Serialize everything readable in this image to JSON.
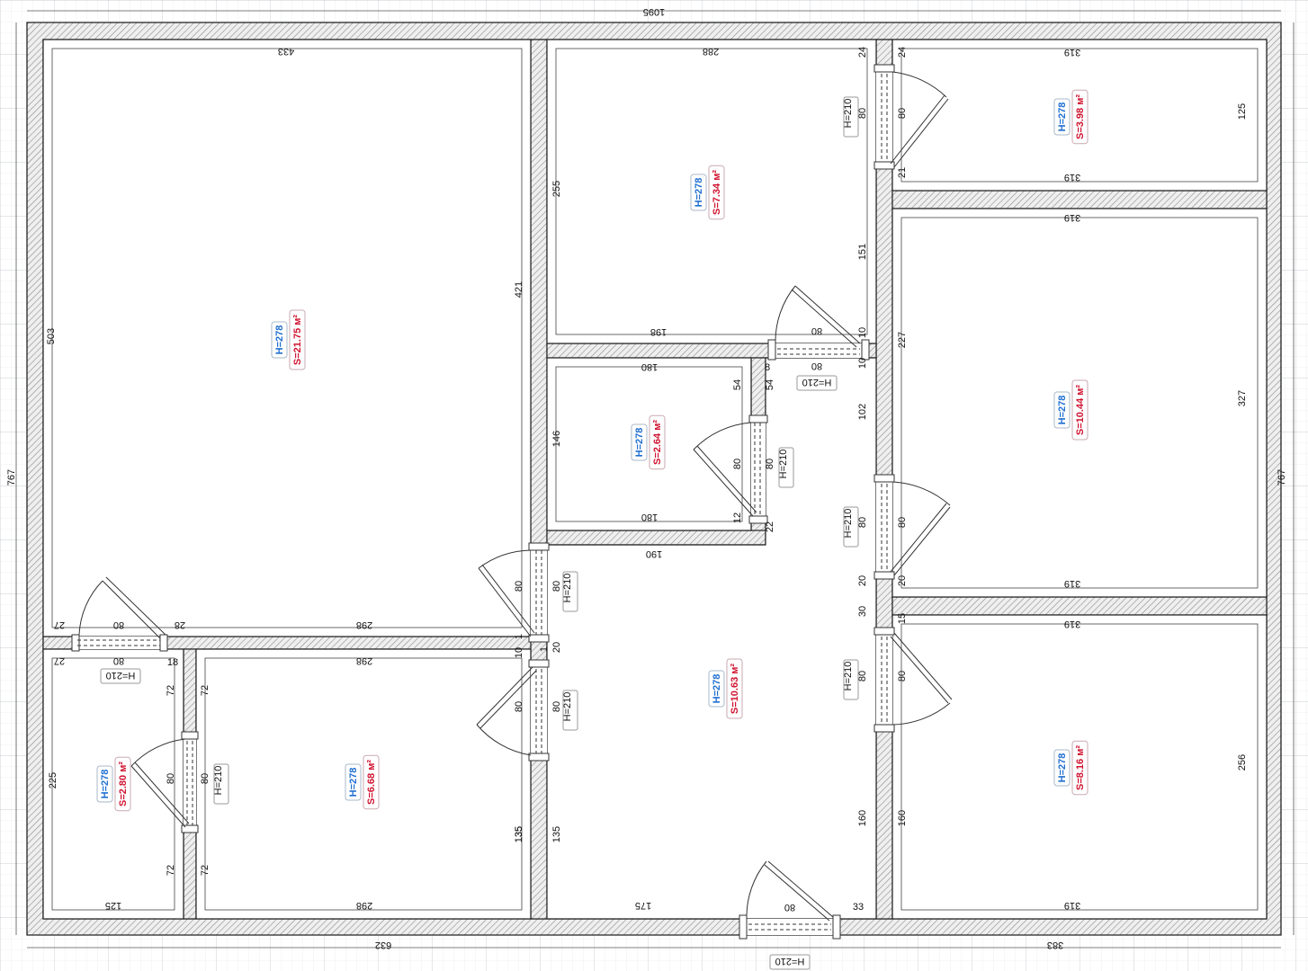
{
  "colors": {
    "grid": "#d4d8dc",
    "wall_outline": "#222222",
    "wall_hatch": "#9a9a9a",
    "height_label": "#1f6fd1",
    "area_label": "#d0122f",
    "dimension_text": "#111111"
  },
  "overall": {
    "top": "1095",
    "left": "767",
    "right": "767",
    "bottom_left": "632",
    "bottom_right": "383"
  },
  "rooms": [
    {
      "height": "H=278",
      "area": "S=21.75 м²"
    },
    {
      "height": "H=278",
      "area": "S=7.34 м²"
    },
    {
      "height": "H=278",
      "area": "S=3.98 м²"
    },
    {
      "height": "H=278",
      "area": "S=2.64 м²"
    },
    {
      "height": "H=278",
      "area": "S=10.44 м²"
    },
    {
      "height": "H=278",
      "area": "S=10.63 м²"
    },
    {
      "height": "H=278",
      "area": "S=2.80 м²"
    },
    {
      "height": "H=278",
      "area": "S=6.68 м²"
    },
    {
      "height": "H=278",
      "area": "S=8.16 м²"
    }
  ],
  "doors": [
    {
      "h": "H=210",
      "w": "80"
    },
    {
      "h": "H=210",
      "w": "80"
    },
    {
      "h": "H=210",
      "w": "80"
    },
    {
      "h": "H=210",
      "w": "80"
    },
    {
      "h": "H=210",
      "w": "80"
    },
    {
      "h": "H=210",
      "w": "80"
    },
    {
      "h": "H=210",
      "w": "80"
    },
    {
      "h": "H=210",
      "w": "80"
    },
    {
      "h": "H=210",
      "w": "80"
    },
    {
      "h": "H=210",
      "w": "80"
    }
  ],
  "dimensions": {
    "r1_top": "433",
    "r1_left": "503",
    "r1_right": "421",
    "r2_top": "288",
    "r2_left": "255",
    "r2_bottom": "198",
    "r2_right_a": "80",
    "r2_right_b": "151",
    "r3_top": "319",
    "r3_bottom": "319",
    "r3_right": "125",
    "r3_left_a": "24",
    "r3_left_b": "80",
    "r3_left_c": "21",
    "r3_wall_a": "24",
    "r5_top": "319",
    "r5_bottom": "319",
    "r5_right": "327",
    "r5_left_a": "227",
    "r5_left_b": "80",
    "r5_left_c": "20",
    "r9_top": "319",
    "r9_bottom": "319",
    "r9_right": "256",
    "r9_left_a": "15",
    "r9_left_b": "80",
    "r9_left_c": "160",
    "r4_top": "180",
    "r4_bottom": "180",
    "r4_left": "146",
    "r4_right_a": "54",
    "r4_right_b": "80",
    "r4_right_c": "12",
    "r4_ext_a": "54",
    "r4_ext_b": "80",
    "r4_ext_c": "22",
    "r4_outer_bottom": "190",
    "hall_upper_a": "8",
    "hall_upper_b": "80",
    "hall_upper_c": "10",
    "hall_upper_d": "10",
    "hall_left_a": "102",
    "hall_left_b": "80",
    "hall_left_c": "20",
    "hall_left_d": "30",
    "hall_left_e": "80",
    "hall_left_f": "160",
    "hall_bottom": "175",
    "hall_bottom_b": "33",
    "hall_wall_a": "135",
    "hall_wall_b": "135",
    "hall_door_a": "80",
    "hall_door_b": "80",
    "corr_a": "27",
    "corr_b": "80",
    "corr_c": "28",
    "corr_d": "298",
    "corr_e": "27",
    "corr_f": "18",
    "corr_g": "298",
    "corr_h": "1",
    "corr_i": "10",
    "corr_j": "20",
    "corr_k": "1",
    "corr_l": "80",
    "corr_m": "80",
    "r7_left": "225",
    "r7_bottom": "125",
    "r7_right_a": "72",
    "r7_right_b": "80",
    "r7_right_c": "72",
    "r8_left_a": "72",
    "r8_left_b": "80",
    "r8_left_c": "72",
    "r8_bottom": "298",
    "r8_right": "135"
  }
}
